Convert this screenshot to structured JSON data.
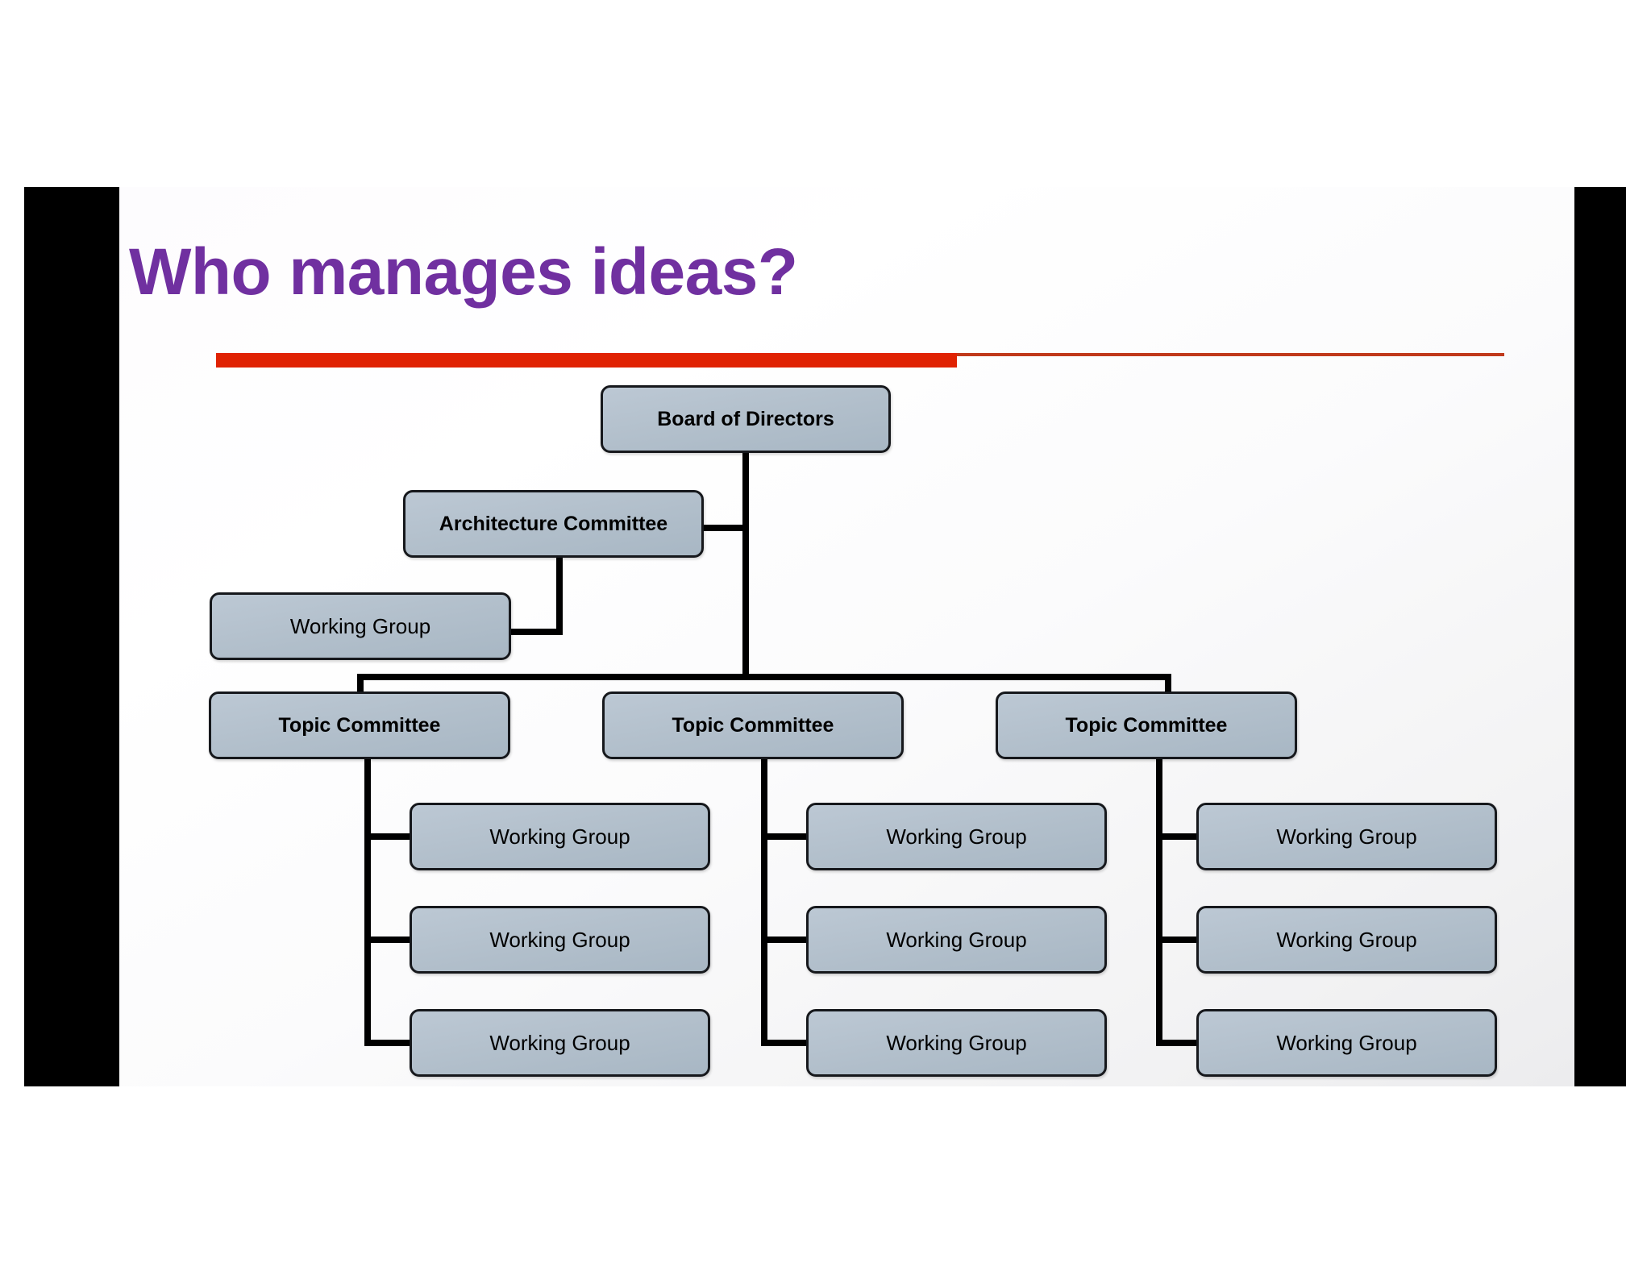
{
  "slide": {
    "title": "Who manages ideas?",
    "title_color": "#7030A0",
    "accent_rule_color": "#E02203",
    "thin_rule_color": "#C0391B",
    "background_color": "#FFFFFF",
    "frame_bar_color": "#000000",
    "node_fill_color": "#B3C0CC",
    "node_border_color": "#16181C",
    "connector_color": "#000000"
  },
  "chart_data": {
    "type": "diagram",
    "diagram_kind": "organization-chart",
    "title": "Who manages ideas?",
    "nodes": [
      {
        "id": "board",
        "label": "Board of Directors",
        "level": 0,
        "bold": true
      },
      {
        "id": "arch",
        "label": "Architecture Committee",
        "level": 1,
        "bold": true
      },
      {
        "id": "arch-wg",
        "label": "Working Group",
        "level": 2,
        "bold": false
      },
      {
        "id": "topic-1",
        "label": "Topic Committee",
        "level": 1,
        "bold": true
      },
      {
        "id": "topic-2",
        "label": "Topic Committee",
        "level": 1,
        "bold": true
      },
      {
        "id": "topic-3",
        "label": "Topic Committee",
        "level": 1,
        "bold": true
      },
      {
        "id": "t1-wg1",
        "label": "Working Group",
        "level": 2,
        "bold": false
      },
      {
        "id": "t1-wg2",
        "label": "Working Group",
        "level": 2,
        "bold": false
      },
      {
        "id": "t1-wg3",
        "label": "Working Group",
        "level": 2,
        "bold": false
      },
      {
        "id": "t2-wg1",
        "label": "Working Group",
        "level": 2,
        "bold": false
      },
      {
        "id": "t2-wg2",
        "label": "Working Group",
        "level": 2,
        "bold": false
      },
      {
        "id": "t2-wg3",
        "label": "Working Group",
        "level": 2,
        "bold": false
      },
      {
        "id": "t3-wg1",
        "label": "Working Group",
        "level": 2,
        "bold": false
      },
      {
        "id": "t3-wg2",
        "label": "Working Group",
        "level": 2,
        "bold": false
      },
      {
        "id": "t3-wg3",
        "label": "Working Group",
        "level": 2,
        "bold": false
      }
    ],
    "edges": [
      {
        "from": "board",
        "to": "arch"
      },
      {
        "from": "arch",
        "to": "arch-wg"
      },
      {
        "from": "board",
        "to": "topic-1"
      },
      {
        "from": "board",
        "to": "topic-2"
      },
      {
        "from": "board",
        "to": "topic-3"
      },
      {
        "from": "topic-1",
        "to": "t1-wg1"
      },
      {
        "from": "topic-1",
        "to": "t1-wg2"
      },
      {
        "from": "topic-1",
        "to": "t1-wg3"
      },
      {
        "from": "topic-2",
        "to": "t2-wg1"
      },
      {
        "from": "topic-2",
        "to": "t2-wg2"
      },
      {
        "from": "topic-2",
        "to": "t2-wg3"
      },
      {
        "from": "topic-3",
        "to": "t3-wg1"
      },
      {
        "from": "topic-3",
        "to": "t3-wg2"
      },
      {
        "from": "topic-3",
        "to": "t3-wg3"
      }
    ],
    "legend": [],
    "annotations": []
  }
}
